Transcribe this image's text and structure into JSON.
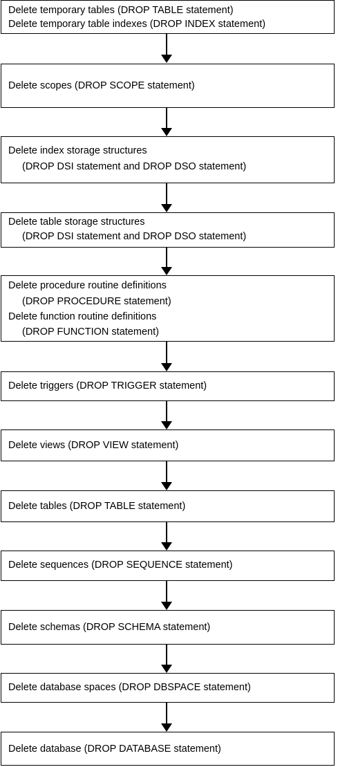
{
  "steps": [
    {
      "lines": [
        "Delete temporary tables (DROP TABLE statement)",
        "Delete temporary table indexes (DROP INDEX statement)"
      ]
    },
    {
      "lines": [
        "Delete scopes (DROP SCOPE statement)"
      ]
    },
    {
      "lines": [
        "Delete index storage structures",
        "(DROP DSI statement and DROP DSO statement)"
      ]
    },
    {
      "lines": [
        "Delete table storage structures",
        "(DROP DSI statement and DROP DSO statement)"
      ]
    },
    {
      "lines": [
        "Delete procedure routine definitions",
        "(DROP PROCEDURE statement)",
        "Delete function routine definitions",
        "(DROP FUNCTION statement)"
      ]
    },
    {
      "lines": [
        "Delete triggers (DROP TRIGGER statement)"
      ]
    },
    {
      "lines": [
        "Delete views (DROP VIEW statement)"
      ]
    },
    {
      "lines": [
        "Delete tables (DROP TABLE statement)"
      ]
    },
    {
      "lines": [
        "Delete sequences (DROP SEQUENCE statement)"
      ]
    },
    {
      "lines": [
        "Delete schemas (DROP SCHEMA statement)"
      ]
    },
    {
      "lines": [
        "Delete database spaces (DROP DBSPACE statement)"
      ]
    },
    {
      "lines": [
        "Delete database (DROP DATABASE statement)"
      ]
    }
  ]
}
